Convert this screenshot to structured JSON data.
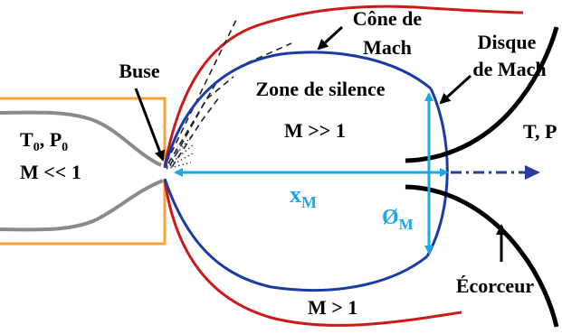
{
  "labels": {
    "cone_line1": "Cône de",
    "cone_line2": "Mach",
    "disque_line1": "Disque",
    "disque_line2": "de Mach",
    "buse": "Buse",
    "zone_silence": "Zone de silence",
    "reservoir_T": "T",
    "reservoir_T_sub": "0",
    "reservoir_sep": ", P",
    "reservoir_P_sub": "0",
    "m_reservoir": "M << 1",
    "m_silence": "M >> 1",
    "m_outer": "M > 1",
    "ambient": "T, P",
    "xm_main": "x",
    "xm_sub": "M",
    "dm_main": "Ø",
    "dm_sub": "M",
    "ecorceur": "Écorceur"
  },
  "colors": {
    "nozzle_outline": "#f7a23d",
    "streamline": "#8a8a8a",
    "mach_cone": "#cc1a1a",
    "barrel_shock": "#1a3aa6",
    "dimension_arrow": "#1ba8e6",
    "skimmer": "#000000",
    "flow_arrow": "#2b3a9e"
  }
}
